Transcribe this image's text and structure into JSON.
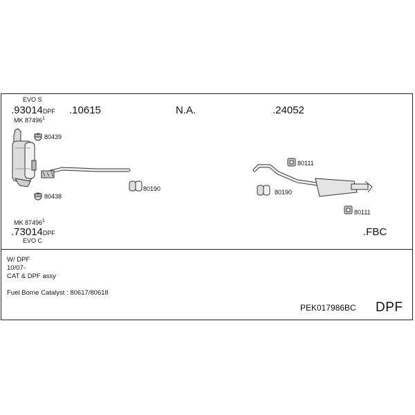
{
  "left_top": {
    "variant": "EVO S",
    "code": ".93014",
    "code_suffix": "DPF",
    "mk_label": "MK 87496",
    "mk_sup": "1"
  },
  "left_bottom": {
    "mk_label": "MK 87496",
    "mk_sup": "1",
    "code": ".73014",
    "code_suffix": "DPF",
    "variant": "EVO C"
  },
  "middle_pipe": {
    "code": ".10615"
  },
  "na_label": "N.A.",
  "rear": {
    "code": ".24052",
    "fbc": ".FBC"
  },
  "clamps": {
    "c80439": "80439",
    "c80438": "80438",
    "c80190_left": "80190",
    "c80111_top": "80111",
    "c80190_right": "80190",
    "c80111_bottom": "80111"
  },
  "notes": {
    "line1": "W/ DPF",
    "line2": "10/07-",
    "line3": "CAT & DPF assy",
    "line4": "Fuel Borne Catalyst : 80617/80618"
  },
  "footer": {
    "part_number": "PEK017986BC",
    "type": "DPF"
  }
}
